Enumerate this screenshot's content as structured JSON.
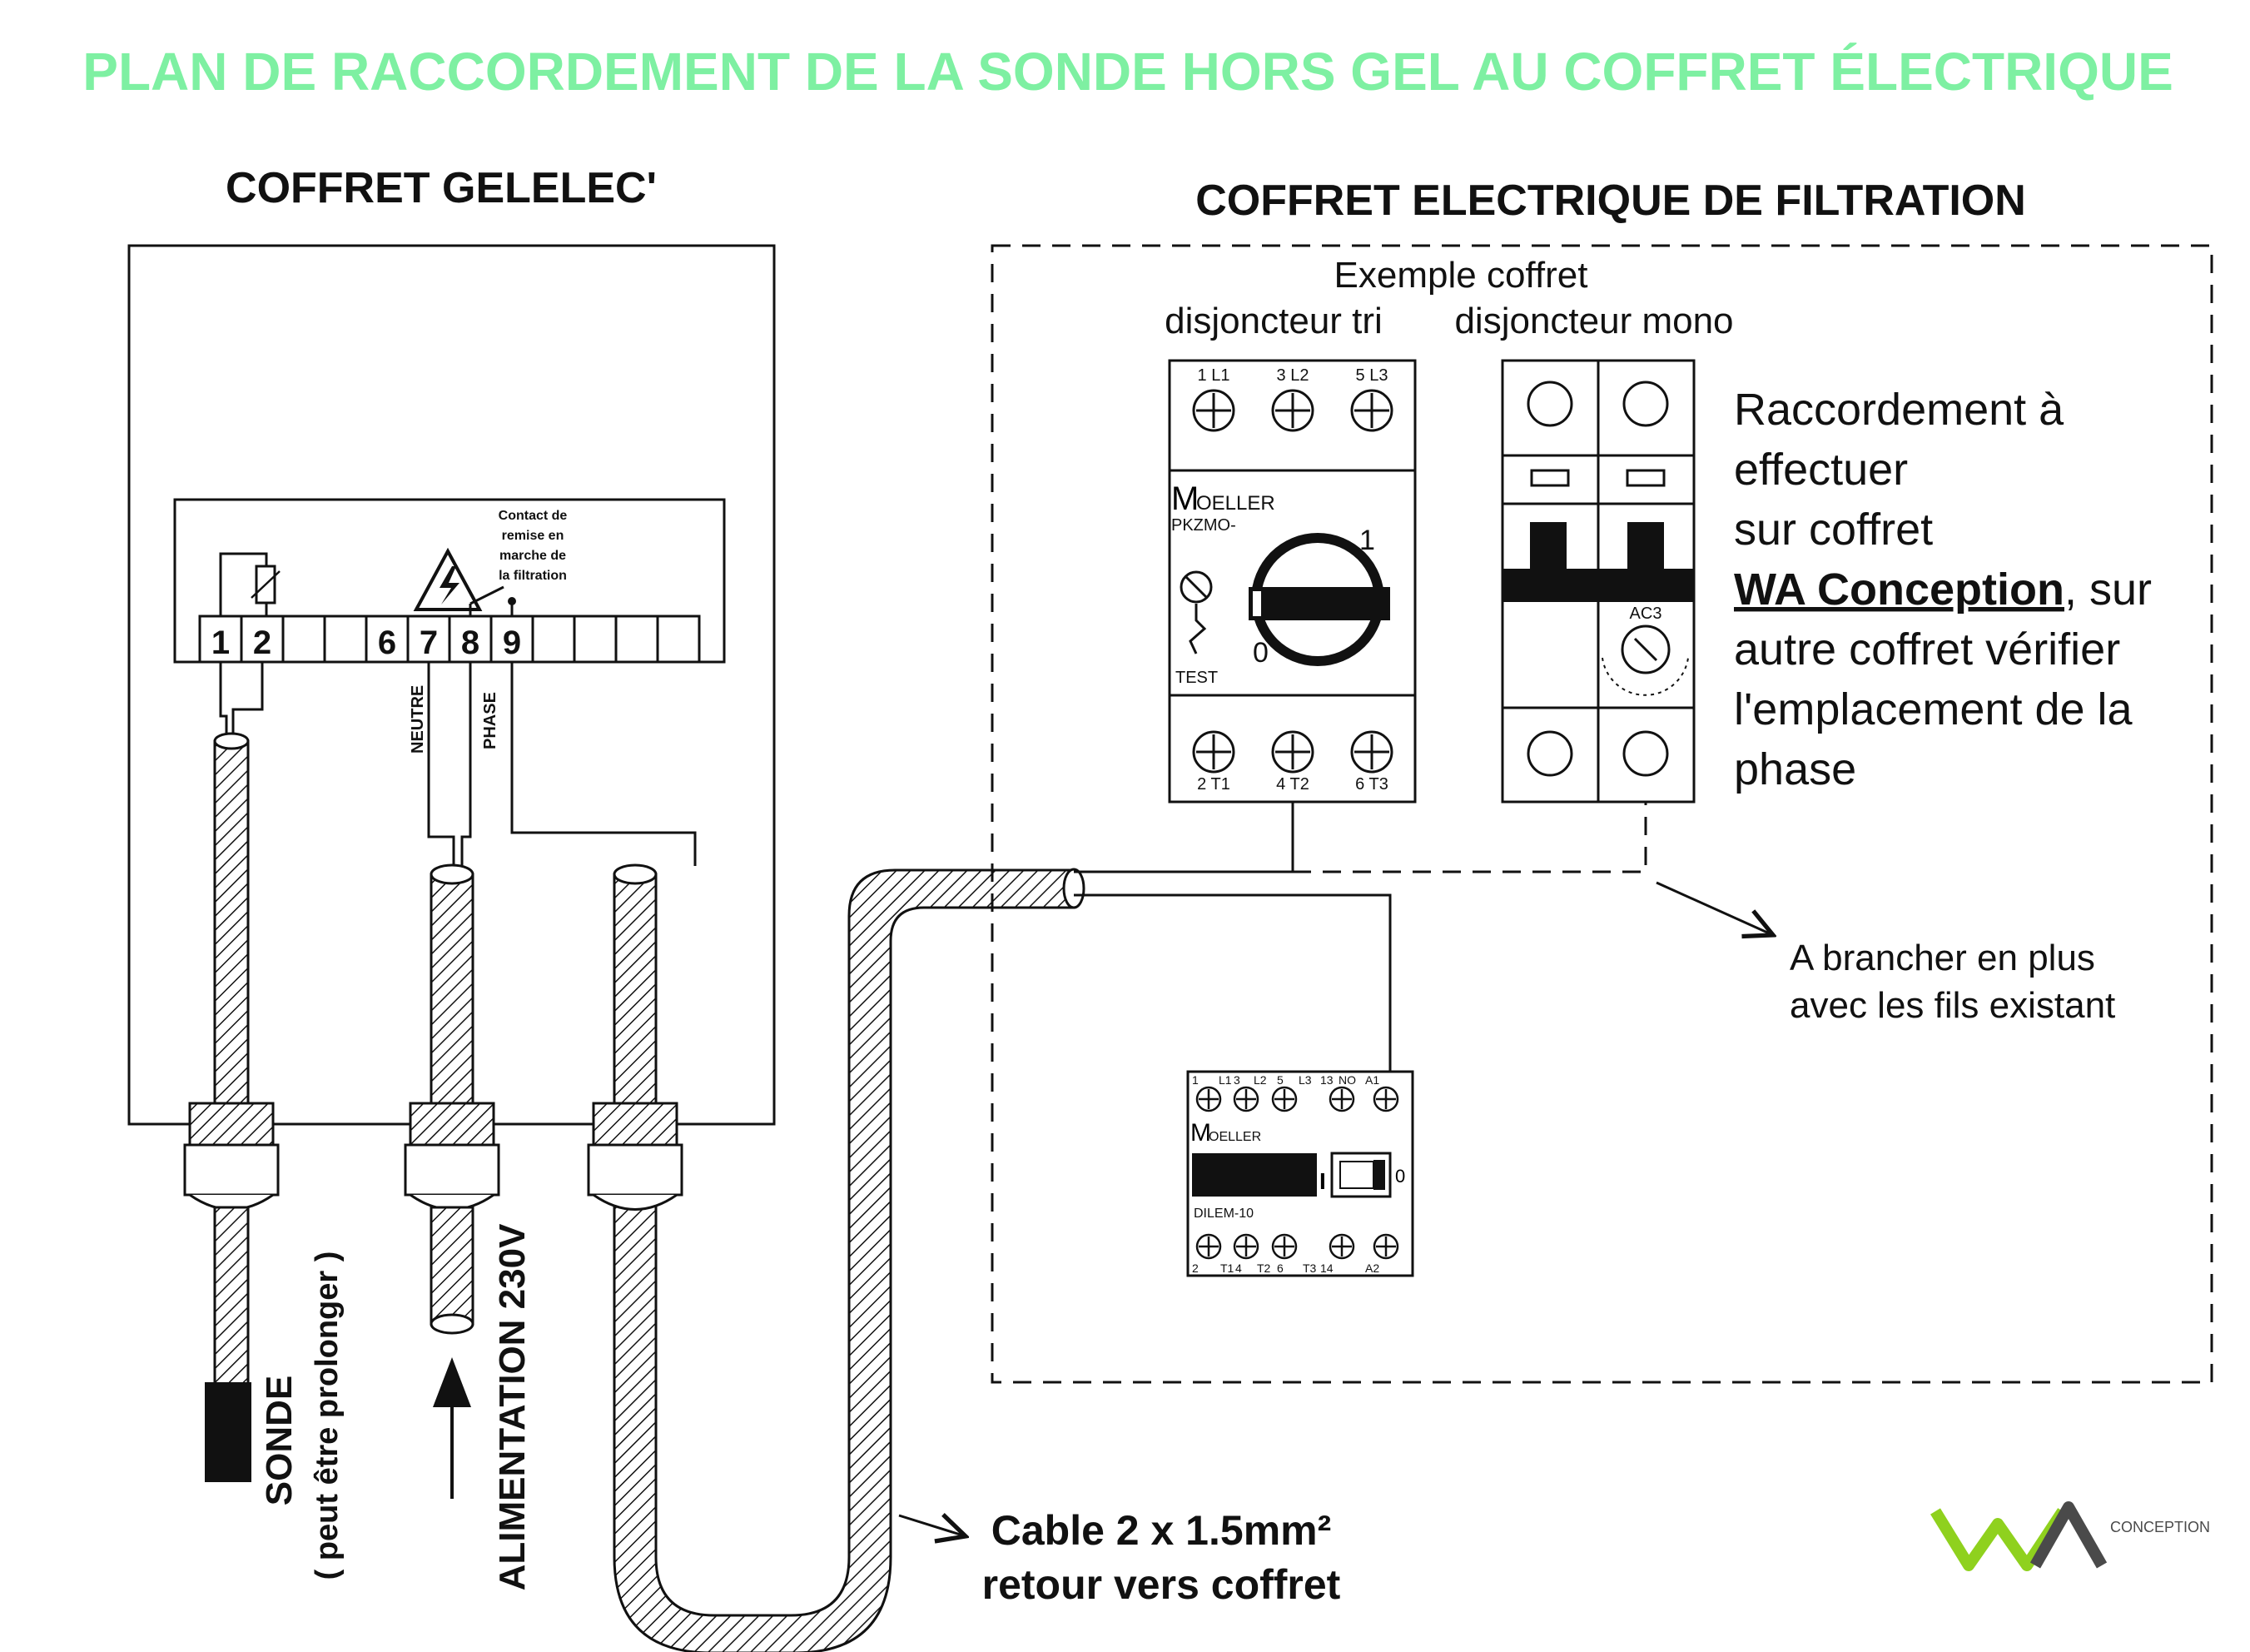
{
  "title": "PLAN DE RACCORDEMENT DE LA SONDE HORS GEL AU COFFRET ÉLECTRIQUE",
  "left_box": {
    "heading": "COFFRET GELELEC'",
    "contact_label": [
      "Contact de",
      "remise en",
      "marche de",
      "la filtration"
    ],
    "terminals": [
      "1",
      "2",
      "",
      "",
      "6",
      "7",
      "8",
      "9",
      "",
      "",
      "",
      ""
    ],
    "wire_labels": {
      "neutre": "NEUTRE",
      "phase": "PHASE"
    },
    "sonde_label": "SONDE",
    "sonde_note": "( peut être prolonger )",
    "alimentation_label": "ALIMENTATION 230V"
  },
  "right_box": {
    "heading": "COFFRET ELECTRIQUE DE FILTRATION",
    "example_label": "Exemple coffret",
    "tri_label": "disjoncteur tri",
    "mono_label": "disjoncteur mono",
    "tri_breaker": {
      "top_terminals": [
        "1 L1",
        "3 L2",
        "5 L3"
      ],
      "bottom_terminals": [
        "2 T1",
        "4 T2",
        "6 T3"
      ],
      "brand_initial": "M",
      "brand_rest": "OELLER",
      "model": "PKZMO-",
      "test_label": "TEST",
      "dial_on": "1",
      "dial_off": "0"
    },
    "mono_breaker": {
      "rating": "AC3"
    },
    "note_lines": [
      "Raccordement à",
      "effectuer",
      "sur coffret"
    ],
    "note_bold": "WA Conception",
    "note_after_bold": ", sur",
    "note_lines_2": [
      "autre coffret vérifier",
      "l'emplacement de la",
      "phase"
    ],
    "contactor": {
      "top_labels": [
        "1",
        "L1",
        "3",
        "L2",
        "5",
        "L3",
        "13",
        "NO",
        "A1"
      ],
      "bottom_labels": [
        "2",
        "T1",
        "4",
        "T2",
        "6",
        "T3",
        "14",
        "A2"
      ],
      "brand_initial": "M",
      "brand_rest": "OELLER",
      "model": "DILEM-10",
      "switch_on": "I",
      "switch_off": "0"
    },
    "annotation": [
      "A brancher en plus",
      "avec les fils existant"
    ]
  },
  "cable_label": [
    "Cable 2 x 1.5mm²",
    "retour vers coffret"
  ],
  "logo": {
    "text": "CONCEPTION",
    "colors": {
      "green": "#8fd11e",
      "dark": "#4a4a4a"
    }
  },
  "colors": {
    "title": "#7ef0a2",
    "ink": "#111111"
  }
}
